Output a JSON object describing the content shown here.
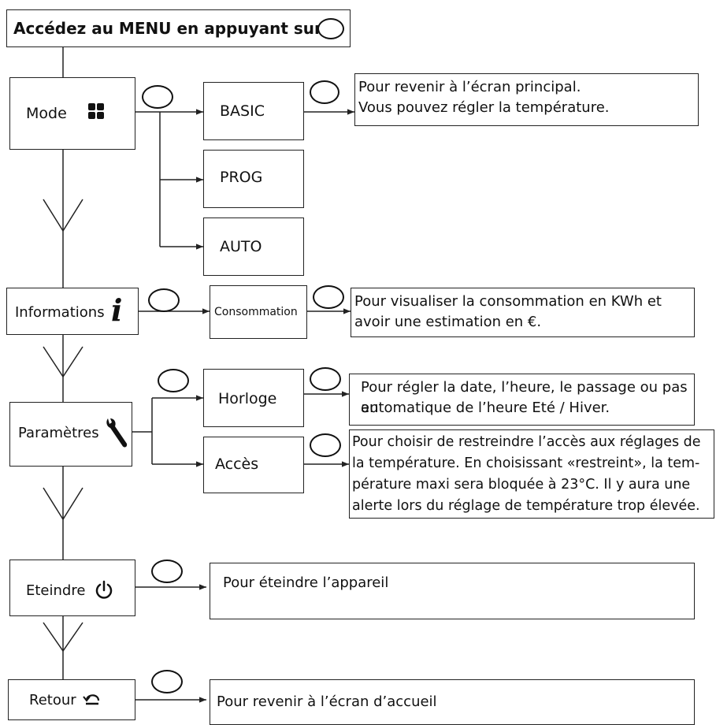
{
  "header": {
    "title": "Accédez au MENU en appuyant sur"
  },
  "menu": {
    "mode": {
      "label": "Mode",
      "options": [
        {
          "label": "BASIC",
          "note": [
            "Pour revenir à l’écran principal.",
            "Vous pouvez régler la température."
          ]
        },
        {
          "label": "PROG"
        },
        {
          "label": "AUTO"
        }
      ]
    },
    "informations": {
      "label": "Informations",
      "icon_text": "i",
      "option": {
        "label": "Consommation",
        "note": [
          "Pour visualiser la consommation en KWh et",
          "avoir une estimation en €."
        ]
      }
    },
    "parametres": {
      "label": "Paramètres",
      "options": [
        {
          "label": "Horloge",
          "note": [
            "Pour régler la date, l’heure, le passage ou pas en",
            "automatique de l’heure Eté / Hiver."
          ]
        },
        {
          "label": "Accès",
          "note": [
            "Pour choisir de restreindre l’accès aux réglages de",
            "la température. En choisissant «restreint», la tem-",
            "pérature maxi sera bloquée à 23°C. Il y aura une",
            "alerte lors du réglage de température trop élevée."
          ]
        }
      ]
    },
    "eteindre": {
      "label": "Eteindre",
      "note": "Pour éteindre l’appareil"
    },
    "retour": {
      "label": "Retour",
      "note": "Pour revenir à l’écran d’accueil"
    }
  },
  "icons": {
    "ok_button": "o-button-icon",
    "mode": "four-squares-icon",
    "informations": "info-icon",
    "parametres": "wrench-icon",
    "eteindre": "power-icon",
    "retour": "return-arrow-icon"
  },
  "colors": {
    "line": "#222222",
    "text": "#111111",
    "background": "#ffffff"
  }
}
